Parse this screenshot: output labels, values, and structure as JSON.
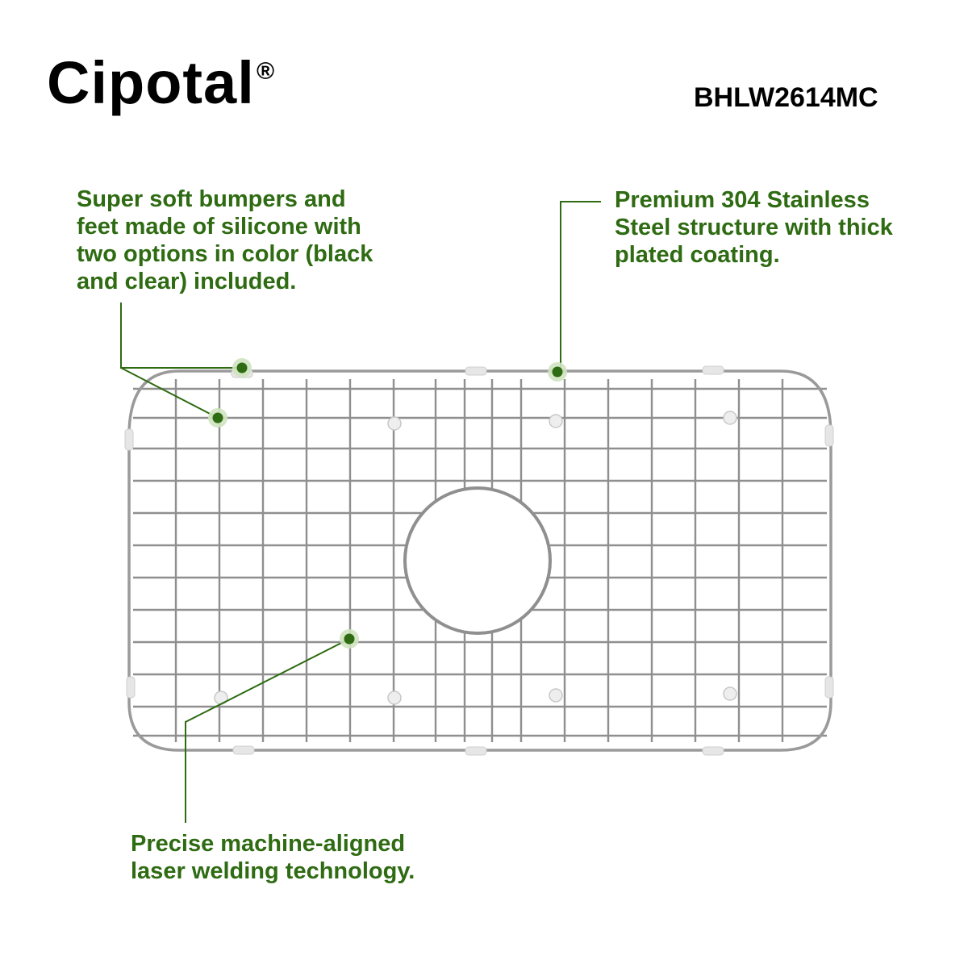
{
  "brand": {
    "name": "Cipotal",
    "mark": "®"
  },
  "model": "BHLW2614MC",
  "colors": {
    "accent": "#2e6b12",
    "text": "#000000",
    "wire": "#8a8a8a",
    "bumper": "#e4e4e4"
  },
  "callouts": {
    "bumpers": "Super soft bumpers and\nfeet made of silicone with\ntwo options in color (black\nand clear) included.",
    "steel": "Premium 304 Stainless\nSteel structure with thick\nplated coating.",
    "welding": "Precise machine-aligned\nlaser welding technology."
  }
}
